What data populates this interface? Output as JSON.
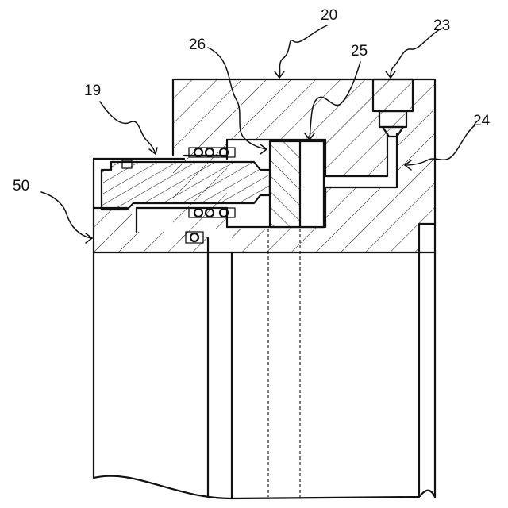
{
  "figure": {
    "reference_labels": [
      {
        "id": "ref-20",
        "text": "20"
      },
      {
        "id": "ref-23",
        "text": "23"
      },
      {
        "id": "ref-26",
        "text": "26"
      },
      {
        "id": "ref-25",
        "text": "25"
      },
      {
        "id": "ref-19",
        "text": "19"
      },
      {
        "id": "ref-24",
        "text": "24"
      },
      {
        "id": "ref-50",
        "text": "50"
      }
    ]
  },
  "colors": {
    "line": "#111111",
    "background": "#ffffff"
  }
}
